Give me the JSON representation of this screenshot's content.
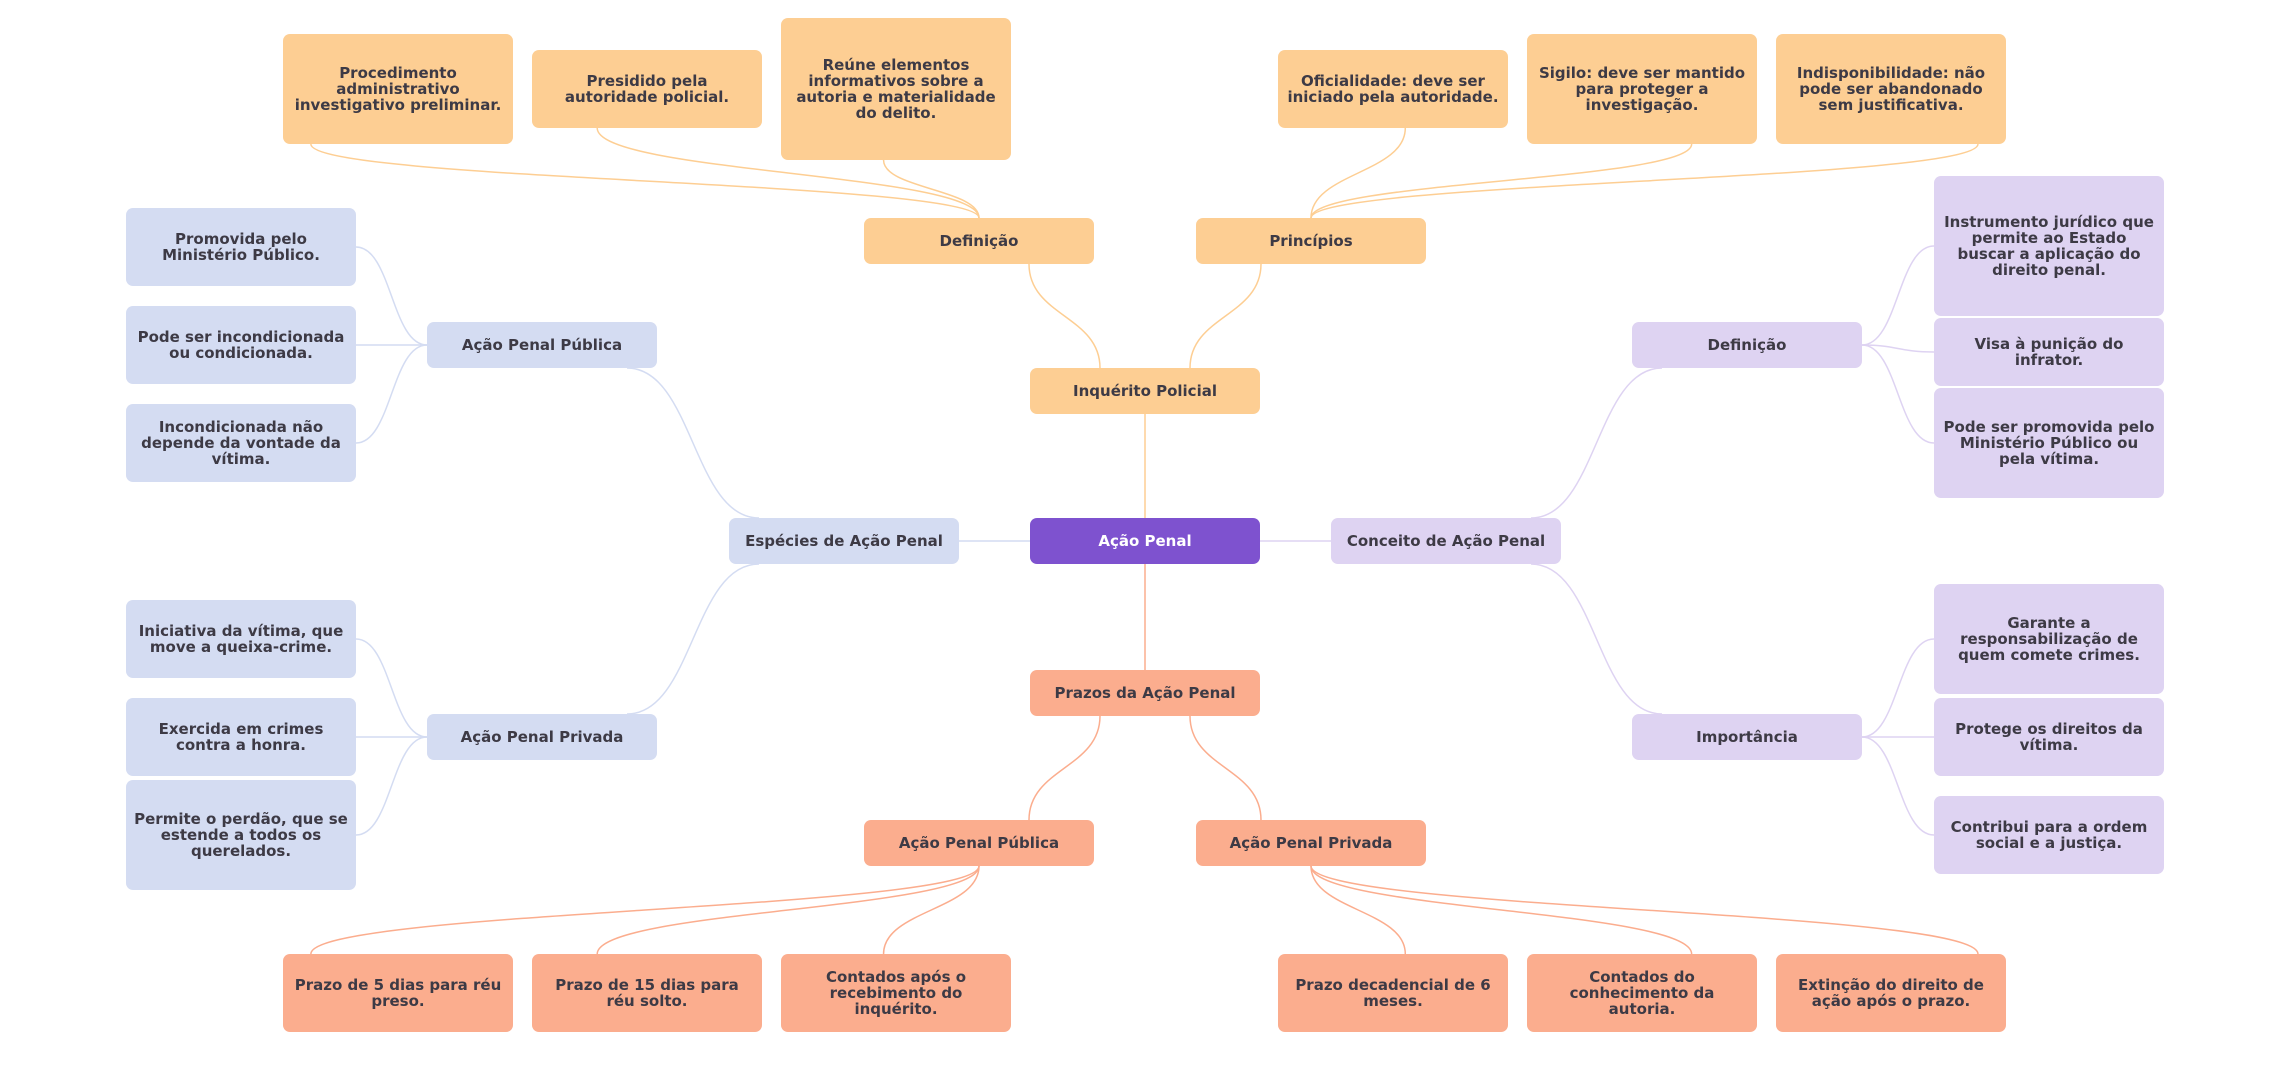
{
  "colors": {
    "root": "#7e52cf",
    "top": "#fdce93",
    "left": "#d4dcf2",
    "right": "#ded3f2",
    "bottom": "#fbad8e",
    "link_top": "#fdce93",
    "link_left": "#d4dcf2",
    "link_right": "#ded3f2",
    "link_bottom": "#fbad8e"
  },
  "root": {
    "label": "Ação Penal"
  },
  "inquerito": {
    "label": "Inquérito Policial",
    "definicao": {
      "label": "Definição",
      "items": [
        "Procedimento administrativo investigativo preliminar.",
        "Presidido pela autoridade policial.",
        "Reúne elementos informativos sobre a autoria e materialidade do delito."
      ]
    },
    "principios": {
      "label": "Princípios",
      "items": [
        "Oficialidade: deve ser iniciado pela autoridade.",
        "Sigilo: deve ser mantido para proteger a investigação.",
        "Indisponibilidade: não pode ser abandonado sem justificativa."
      ]
    }
  },
  "especies": {
    "label": "Espécies de Ação Penal",
    "publica": {
      "label": "Ação Penal Pública",
      "items": [
        "Promovida pelo Ministério Público.",
        "Pode ser incondicionada ou condicionada.",
        "Incondicionada não depende da vontade da vítima."
      ]
    },
    "privada": {
      "label": "Ação Penal Privada",
      "items": [
        "Iniciativa da vítima, que move a queixa-crime.",
        "Exercida em crimes contra a honra.",
        "Permite o perdão, que se estende a todos os querelados."
      ]
    }
  },
  "conceito": {
    "label": "Conceito de Ação Penal",
    "definicao": {
      "label": "Definição",
      "items": [
        "Instrumento jurídico que permite ao Estado buscar a aplicação do direito penal.",
        "Visa à punição do infrator.",
        "Pode ser promovida pelo Ministério Público ou pela vítima."
      ]
    },
    "importancia": {
      "label": "Importância",
      "items": [
        "Garante a responsabilização de quem comete crimes.",
        "Protege os direitos da vítima.",
        "Contribui para a ordem social e a justiça."
      ]
    }
  },
  "prazos": {
    "label": "Prazos da Ação Penal",
    "publica": {
      "label": "Ação Penal Pública",
      "items": [
        "Prazo de 5 dias para réu preso.",
        "Prazo de 15 dias para réu solto.",
        "Contados após o recebimento do inquérito."
      ]
    },
    "privada": {
      "label": "Ação Penal Privada",
      "items": [
        "Prazo decadencial de 6 meses.",
        "Contados do conhecimento da autoria.",
        "Extinção do direito de ação após o prazo."
      ]
    }
  }
}
